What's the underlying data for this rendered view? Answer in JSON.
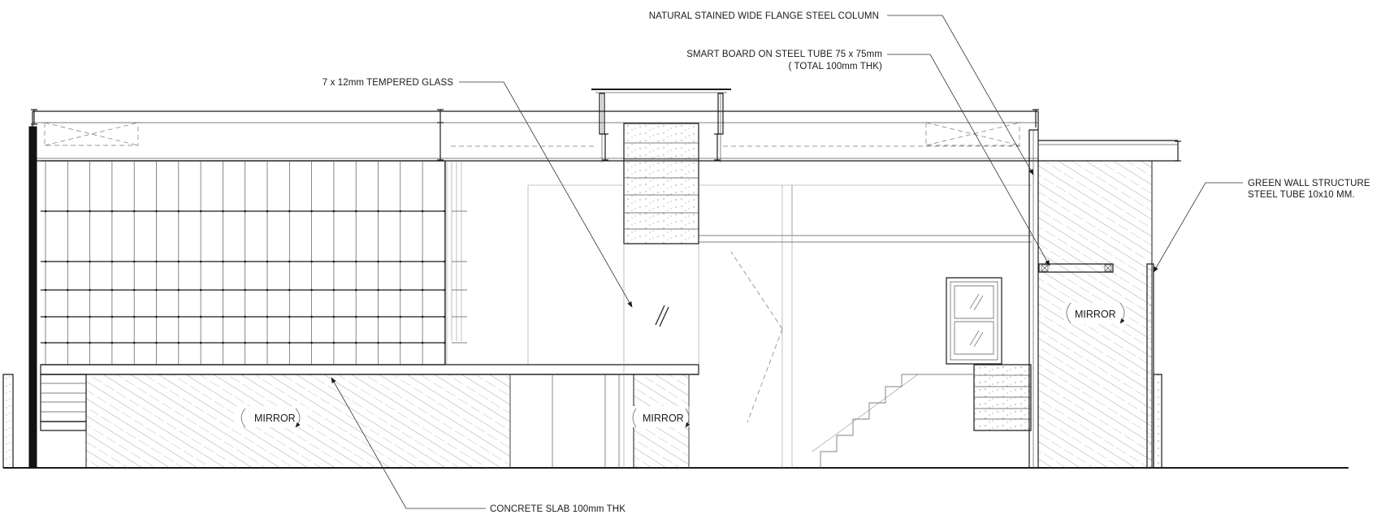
{
  "labels": {
    "column": "NATURAL STAINED WIDE FLANGE STEEL COLUMN",
    "smart_board_line1": "SMART BOARD ON STEEL TUBE 75 x 75mm",
    "smart_board_line2": "( TOTAL 100mm THK)",
    "glass": "7 x 12mm TEMPERED GLASS",
    "green_wall_line1": "GREEN WALL STRUCTURE",
    "green_wall_line2": "STEEL TUBE 10x10 MM.",
    "slab": "CONCRETE SLAB 100mm THK",
    "mirror": "MIRROR"
  }
}
